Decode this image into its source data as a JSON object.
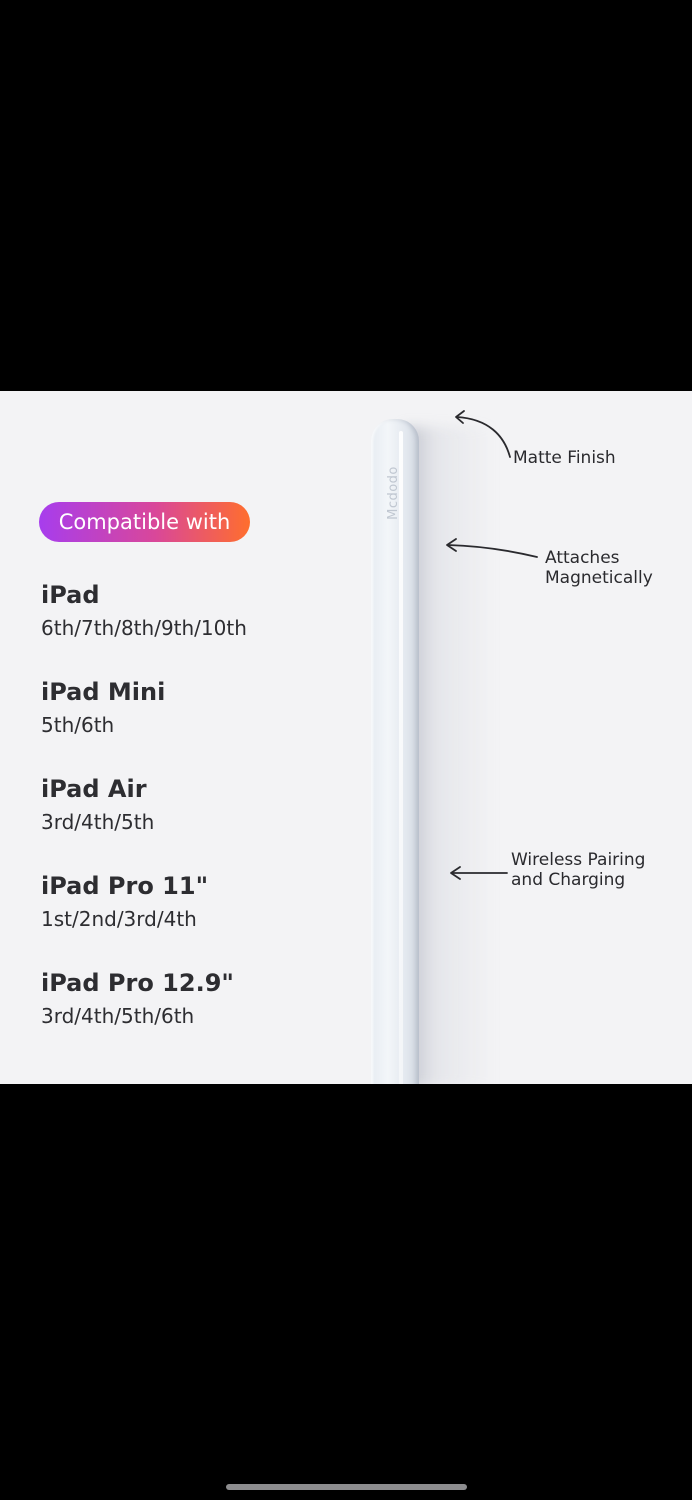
{
  "badge": {
    "label": "Compatible with",
    "gradient_start": "#a73ded",
    "gradient_end": "#ff6e2d"
  },
  "compatibility": [
    {
      "model": "iPad",
      "generations": "6th/7th/8th/9th/10th"
    },
    {
      "model": "iPad Mini",
      "generations": "5th/6th"
    },
    {
      "model": "iPad Air",
      "generations": "3rd/4th/5th"
    },
    {
      "model": "iPad Pro 11\"",
      "generations": "1st/2nd/3rd/4th"
    },
    {
      "model": "iPad Pro 12.9\"",
      "generations": "3rd/4th/5th/6th"
    }
  ],
  "pencil": {
    "brand": "Mcdodo"
  },
  "callouts": {
    "matte": {
      "line1": "Matte Finish"
    },
    "magnet": {
      "line1": "Attaches",
      "line2": "Magnetically"
    },
    "wireless": {
      "line1": "Wireless Pairing",
      "line2": "and Charging"
    }
  },
  "colors": {
    "background": "#000000",
    "image_background": "#f3f3f5",
    "text": "#2d2d31"
  }
}
